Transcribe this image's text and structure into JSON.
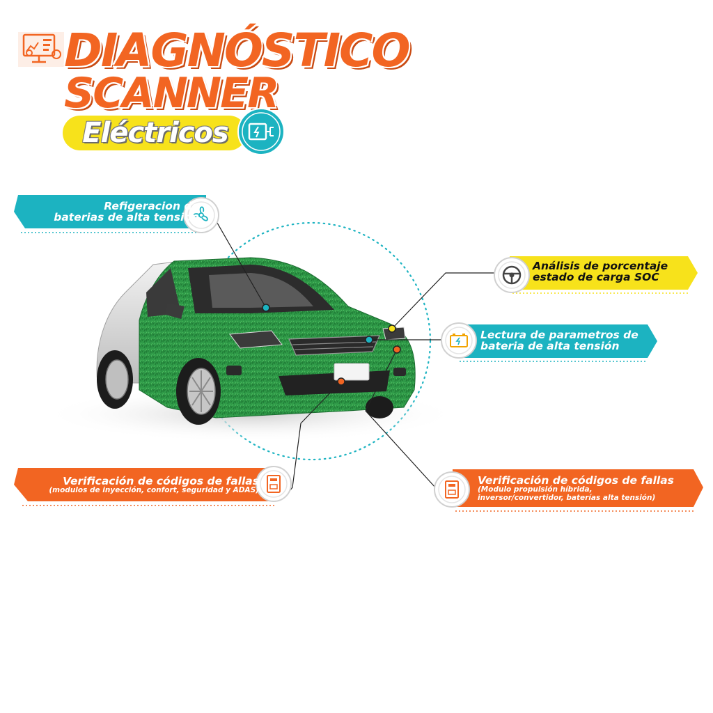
{
  "header": {
    "title_line1": "DIAGNÓSTICO",
    "title_line2": "SCANNER",
    "subtitle": "Eléctricos"
  },
  "icons": {
    "logo": "computer-diagnostic-icon",
    "subtitle": "battery-plug-icon",
    "label1": "fan-icon",
    "label2": "steering-wheel-icon",
    "label3": "battery-icon",
    "label4": "document-icon",
    "label5": "document-icon"
  },
  "labels": {
    "refrigeration": {
      "line1": "Refigeracion de",
      "line2": "baterias de alta tension"
    },
    "soc": {
      "line1": "Análisis de porcentaje",
      "line2": "estado de carga SOC"
    },
    "battery_params": {
      "line1": "Lectura de parametros de",
      "line2": "bateria de alta tensión"
    },
    "fault_codes_1": {
      "line1": "Verificación de códigos de fallas",
      "line2": "(modulos de inyección, confort, seguridad y ADAS)"
    },
    "fault_codes_2": {
      "line1": "Verificación de códigos de fallas",
      "line2": "(Modulo propulsión híbrida,",
      "line3": "inversor/convertidor, baterías alta tensión)"
    }
  },
  "colors": {
    "orange": "#f26522",
    "teal": "#1cb3c1",
    "yellow": "#f7e21b",
    "grass": "#2f9a48"
  }
}
